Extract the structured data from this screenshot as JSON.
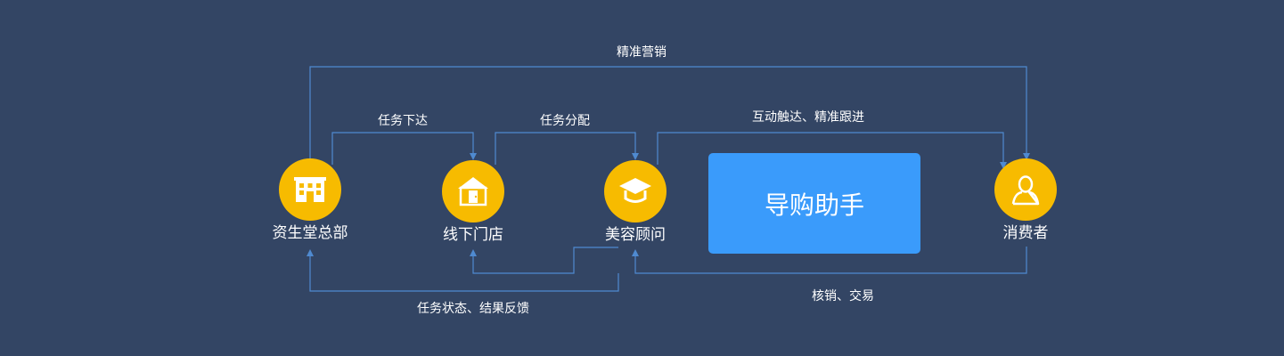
{
  "nodes": {
    "hq": {
      "label": "资生堂总部",
      "icon": "building-icon"
    },
    "store": {
      "label": "线下门店",
      "icon": "shop-icon"
    },
    "advisor": {
      "label": "美容顾问",
      "icon": "mortarboard-icon"
    },
    "consumer": {
      "label": "消费者",
      "icon": "person-icon"
    }
  },
  "assistant": {
    "label": "导购助手"
  },
  "edges": {
    "precision_marketing": "精准营销",
    "task_dispatch": "任务下达",
    "task_assign": "任务分配",
    "interaction": "互动触达、精准跟进",
    "feedback": "任务状态、结果反馈",
    "redeem_trade": "核销、交易"
  },
  "colors": {
    "background": "#334564",
    "node_fill": "#f7bb00",
    "assistant_fill": "#3a9bfb",
    "line": "#4f8ad0"
  }
}
